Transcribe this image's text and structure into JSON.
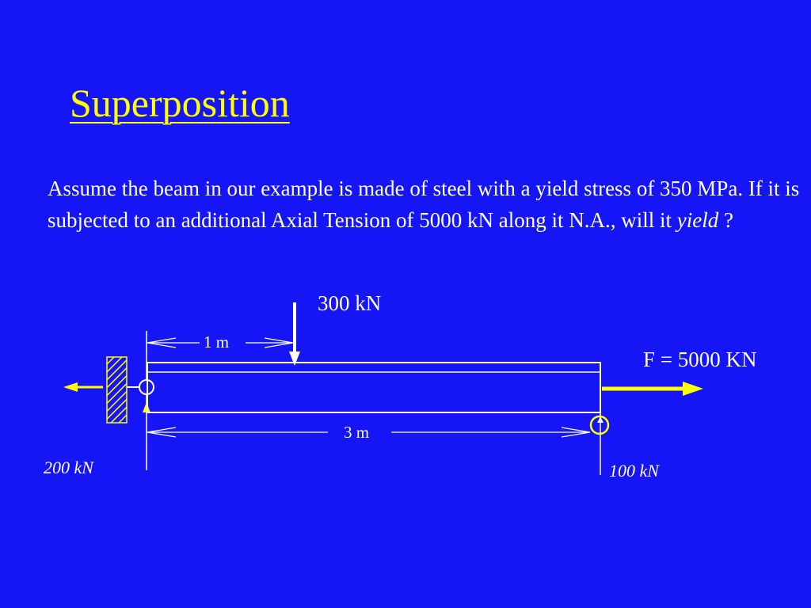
{
  "slide": {
    "title": "Superposition",
    "body_prefix": "Assume the beam in our example is made of steel with a yield stress of 350 MPa.  If it is subjected to an additional Axial Tension of 5000 kN along it N.A., will it ",
    "body_emphasis": "yield",
    "body_suffix": " ?"
  },
  "diagram": {
    "point_load_label": "300 kN",
    "axial_force_label": "F = 5000 KN",
    "dim_short_label": "1 m",
    "dim_long_label": "3 m",
    "left_reaction_label": "200 kN",
    "right_reaction_label": "100 kN"
  },
  "colors": {
    "background": "#1515f5",
    "title": "#ffff00",
    "text": "#ffffff",
    "accent": "#ffff00"
  }
}
